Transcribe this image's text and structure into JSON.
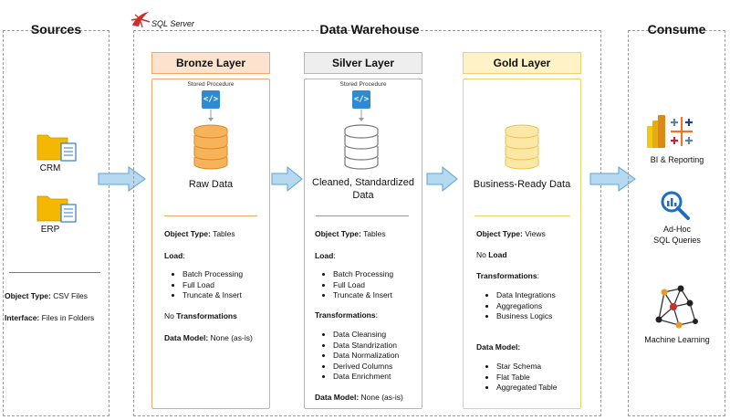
{
  "sources": {
    "title": "Sources",
    "crm": "CRM",
    "erp": "ERP",
    "object_type_label": "Object Type:",
    "object_type_value": " CSV Files",
    "interface_label": "Interface:",
    "interface_value": " Files in Folders"
  },
  "warehouse": {
    "title": "Data Warehouse",
    "sql_server": "SQL Server",
    "stored_procedure": "Stored Procedure",
    "bronze": {
      "header": "Bronze Layer",
      "data_label": "Raw Data",
      "object_type_label": "Object Type:",
      "object_type_value": " Tables",
      "load_label": "Load",
      "load_suffix": ":",
      "load_items": [
        "Batch Processing",
        "Full Load",
        "Truncate & Insert"
      ],
      "transform_prefix": "No ",
      "transform_label": "Transformations",
      "model_label": "Data Model:",
      "model_value": " None (as-is)"
    },
    "silver": {
      "header": "Silver Layer",
      "data_label_1": "Cleaned, Standardized",
      "data_label_2": "Data",
      "object_type_label": "Object Type:",
      "object_type_value": " Tables",
      "load_label": "Load",
      "load_suffix": ":",
      "load_items": [
        "Batch Processing",
        "Full Load",
        "Truncate & Insert"
      ],
      "transform_label": "Transformations",
      "transform_suffix": ":",
      "transform_items": [
        "Data Cleansing",
        "Data Standrization",
        "Data Normalization",
        "Derived Columns",
        "Data Enrichment"
      ],
      "model_label": "Data Model:",
      "model_value": " None (as-is)"
    },
    "gold": {
      "header": "Gold Layer",
      "data_label": "Business-Ready Data",
      "object_type_label": "Object Type:",
      "object_type_value": " Views",
      "load_prefix": "No ",
      "load_label": "Load",
      "transform_label": "Transformations",
      "transform_suffix": ":",
      "transform_items": [
        "Data Integrations",
        "Aggregations",
        "Business Logics"
      ],
      "model_label": "Data Model:",
      "model_items": [
        "Star Schema",
        "Flat Table",
        "Aggregated Table"
      ]
    }
  },
  "consume": {
    "title": "Consume",
    "bi": "BI & Reporting",
    "adhoc_1": "Ad-Hoc",
    "adhoc_2": "SQL Queries",
    "ml": "Machine Learning"
  },
  "colors": {
    "bronze_fill": "#fbe3cf",
    "bronze_border": "#f0a968",
    "silver_fill": "#eeeeee",
    "silver_border": "#b5b5b5",
    "gold_fill": "#fff2c6",
    "gold_border": "#f2cf6a",
    "arrow": "#b5d9f0",
    "arrow_border": "#5aa3d6",
    "sp_blue": "#2e8bd3"
  },
  "icons": {
    "sql_server": "sql-server-icon",
    "folder": "folder-icon",
    "database": "database-icon",
    "stored_procedure": "code-icon",
    "bi": "powerbi-tableau-icon",
    "adhoc": "search-chart-icon",
    "ml": "network-graph-icon"
  }
}
